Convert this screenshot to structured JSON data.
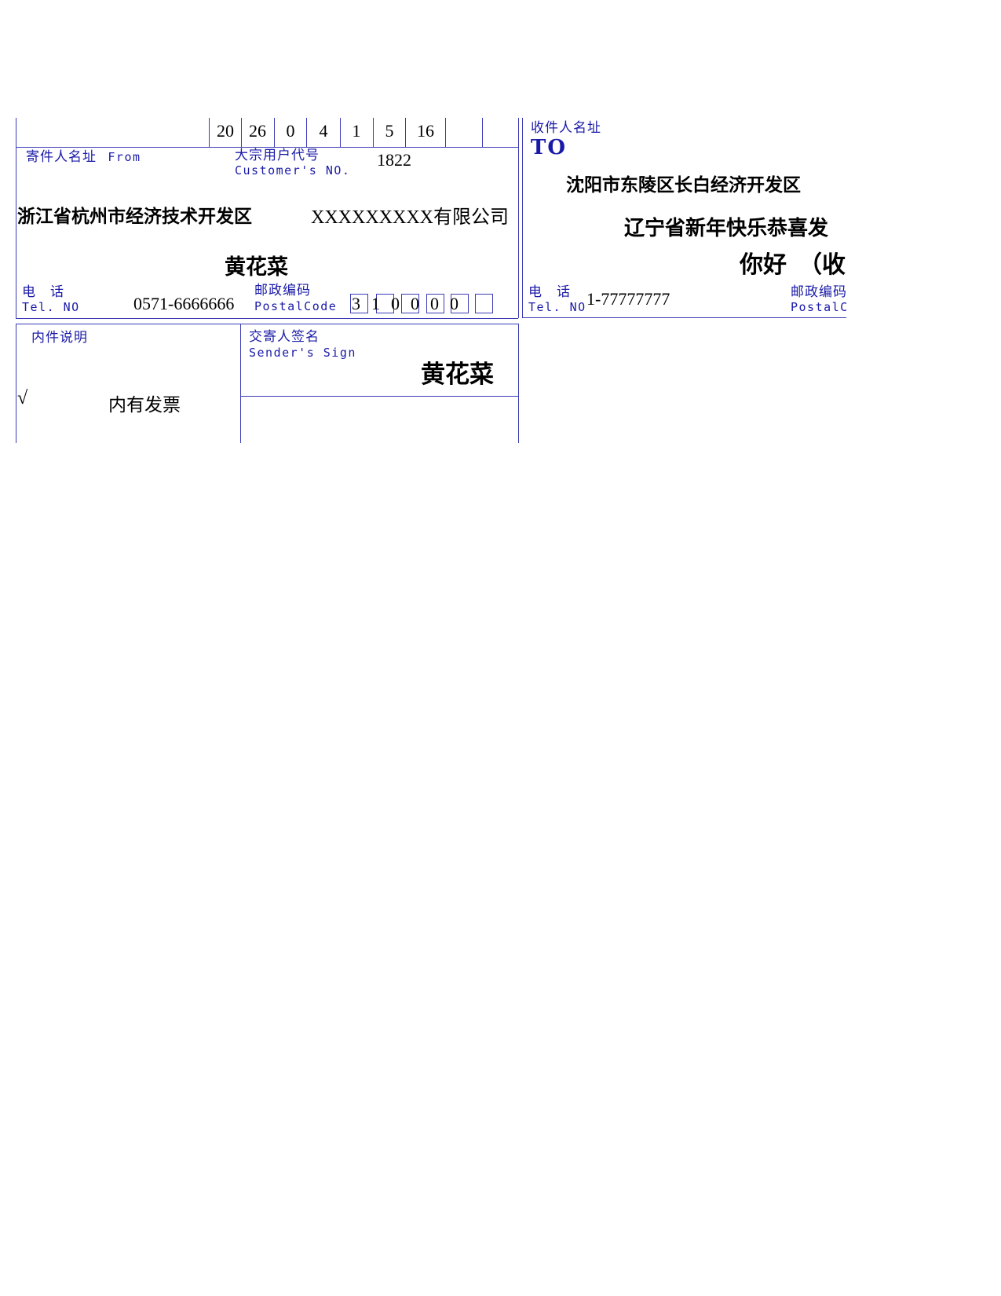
{
  "date_digits": [
    "20",
    "26",
    "0",
    "4",
    "1",
    "5",
    "16",
    "",
    ""
  ],
  "sender": {
    "label_cn": "寄件人名址",
    "label_en": "From",
    "customer_no_label_cn": "大宗用户代号",
    "customer_no_label_en": "Customer's NO.",
    "customer_no": "1822",
    "address": "浙江省杭州市经济技术开发区",
    "company": "XXXXXXXXX有限公司",
    "name": "黄花菜",
    "tel_label_cn": "电　话",
    "tel_label_en": "Tel. NO",
    "tel": "0571-6666666",
    "postal_label_cn": "邮政编码",
    "postal_label_en": "PostalCode",
    "postal_digits": [
      "3",
      "1",
      "0",
      "0",
      "0",
      "0",
      ""
    ]
  },
  "recipient": {
    "label_cn": "收件人名址",
    "label_en": "TO",
    "address_line1": "沈阳市东陵区长白经济开发区",
    "address_line2": "辽宁省新年快乐恭喜发",
    "name_line": "你好　（收",
    "tel_label_cn": "电　话",
    "tel_label_en": "Tel. NO",
    "tel": "1-77777777",
    "postal_label_cn": "邮政编码",
    "postal_label_en": "PostalCode"
  },
  "contents": {
    "label_cn": "内件说明",
    "check_mark": "√",
    "description": "内有发票"
  },
  "signature": {
    "label_cn": "交寄人签名",
    "label_en": "Sender's Sign",
    "name": "黄花菜"
  },
  "colors": {
    "form_blue": "#1a1aa8",
    "line_blue": "#3b3bb5"
  }
}
